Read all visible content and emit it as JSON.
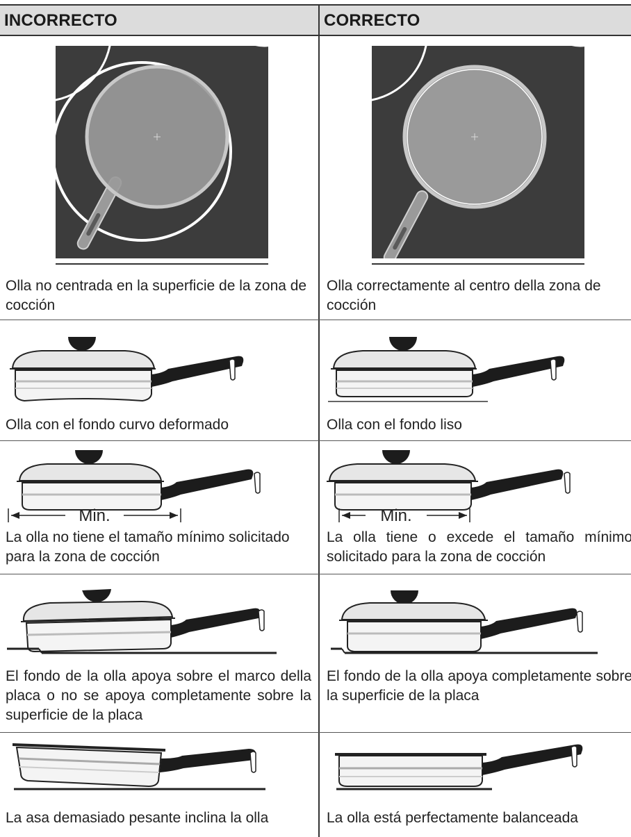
{
  "header": {
    "left": "INCORRECTO",
    "right": "CORRECTO"
  },
  "rows": [
    {
      "left": "Olla no centrada en la  superficie de la zona de cocción",
      "right": "Olla  correctamente al centro della zona de cocción"
    },
    {
      "left": "Olla con el fondo curvo deformado",
      "right": "Olla con el fondo liso"
    },
    {
      "left": "La olla no tiene el tamaño mínimo solicitado para la zona de cocción",
      "right": "La  olla tiene o excede el tamaño mínimo solicitado para la zona de cocción"
    },
    {
      "left": "El  fondo de la olla apoya sobre el marco della placa o no se apoya completamente sobre la superficie de la placa",
      "right": "El  fondo de la olla apoya completamente sobre la superficie de la placa"
    },
    {
      "left": "La asa demasiado pesante inclina la olla",
      "right": "La  olla está perfectamente balanceada"
    }
  ],
  "labels": {
    "min": "Min."
  },
  "colors": {
    "hob": "#3c3c3c",
    "pan": "#9a9a9a",
    "header_bg": "#dcdcdc"
  }
}
